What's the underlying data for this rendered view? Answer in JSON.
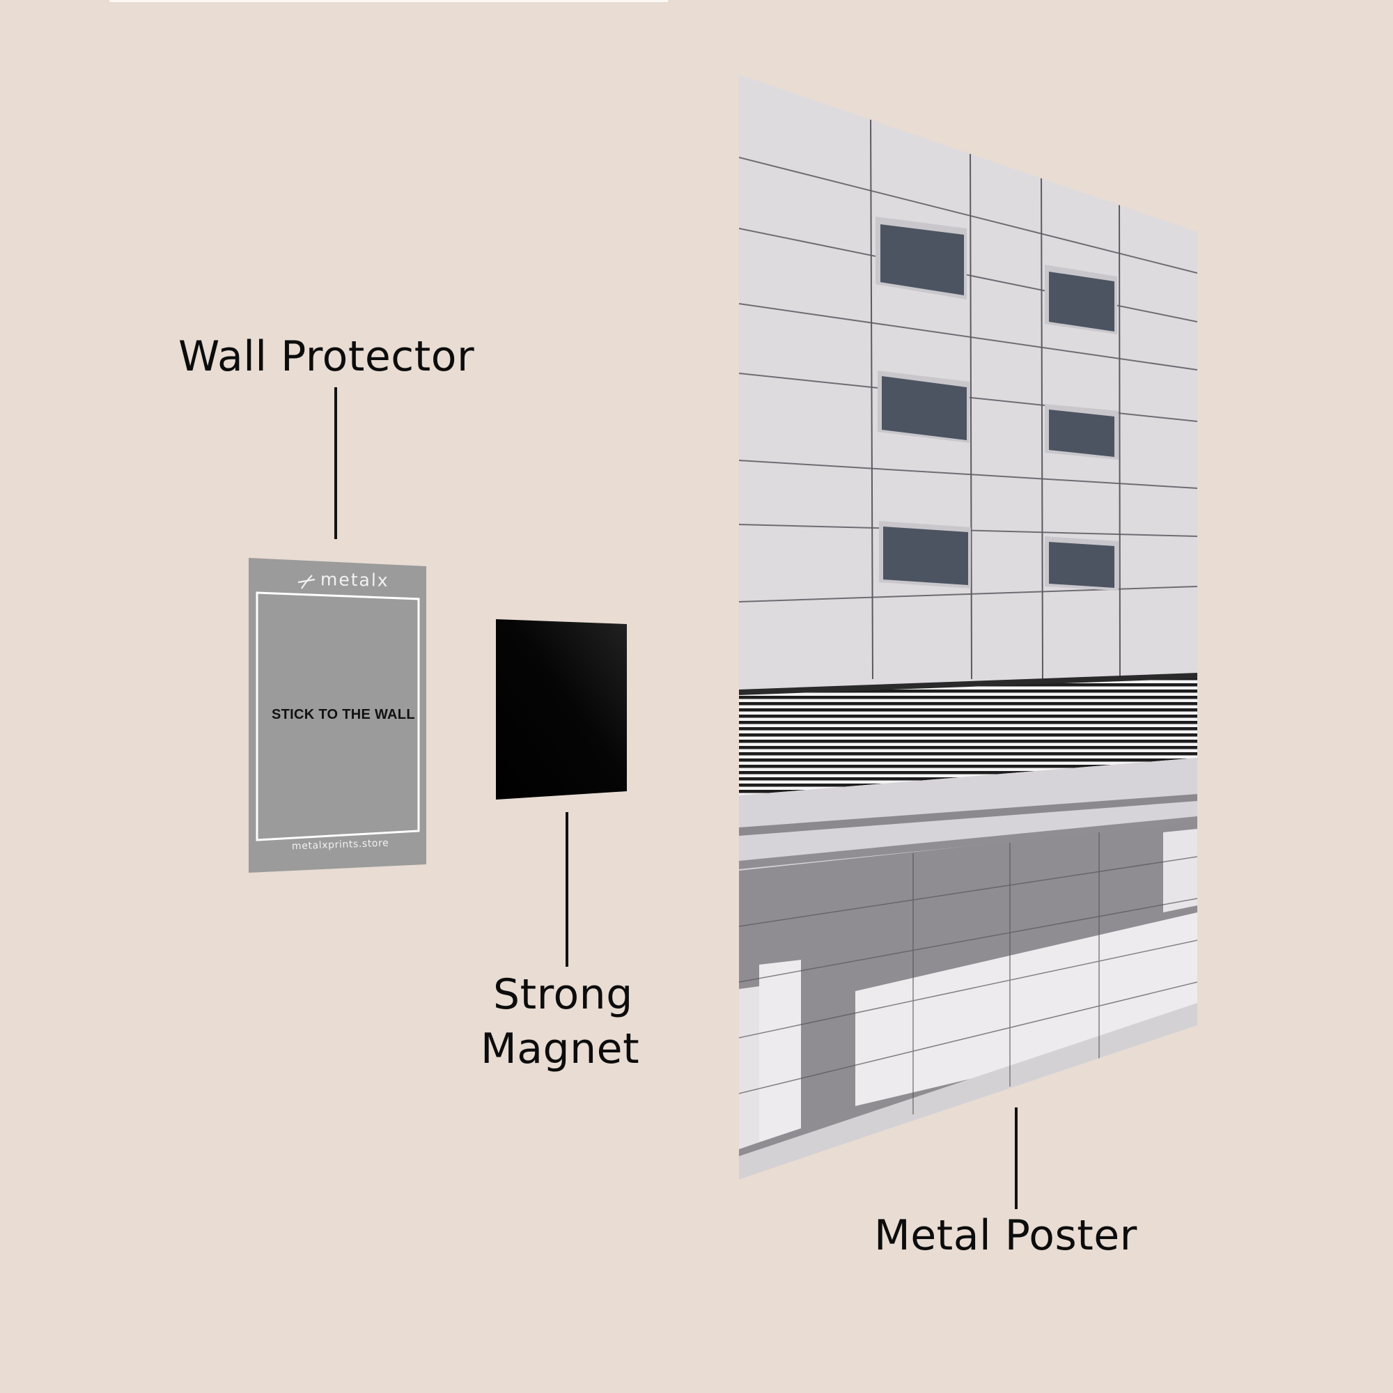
{
  "background_color": "#e8dcd3",
  "labels": {
    "wall_protector": "Wall Protector",
    "magnet_line1": "Strong",
    "magnet_line2": "Magnet",
    "poster": "Metal Poster"
  },
  "wall_protector_card": {
    "brand": "metalx",
    "center_text": "STICK TO THE WALL",
    "footer_url": "metalxprints.store",
    "fill_color": "#9b9b9b",
    "line_color": "#ffffff"
  },
  "magnet": {
    "fill_color": "#050505"
  },
  "poster": {
    "subject": "white modular building facade with windows, louvered band and shadowed ground-floor panels",
    "window_count": 6
  }
}
